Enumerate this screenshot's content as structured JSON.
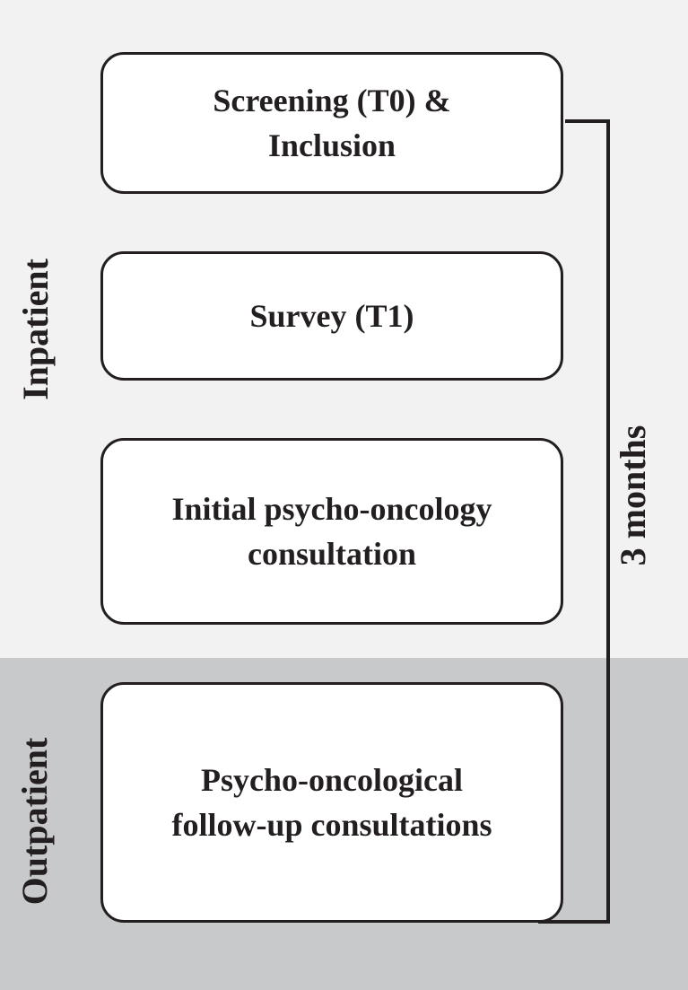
{
  "diagram": {
    "sections": {
      "inpatient": "Inpatient",
      "outpatient": "Outpatient"
    },
    "steps": [
      {
        "label": "Screening (T0) &\nInclusion"
      },
      {
        "label": "Survey (T1)"
      },
      {
        "label": "Initial psycho-oncology\nconsultation"
      },
      {
        "label": "Psycho-oncological\nfollow-up consultations"
      }
    ],
    "duration_label": "3 months",
    "colors": {
      "inpatient_background": "#f2f2f2",
      "outpatient_background": "#c8c9cb",
      "box_fill": "#ffffff",
      "stroke": "#231f20"
    }
  }
}
